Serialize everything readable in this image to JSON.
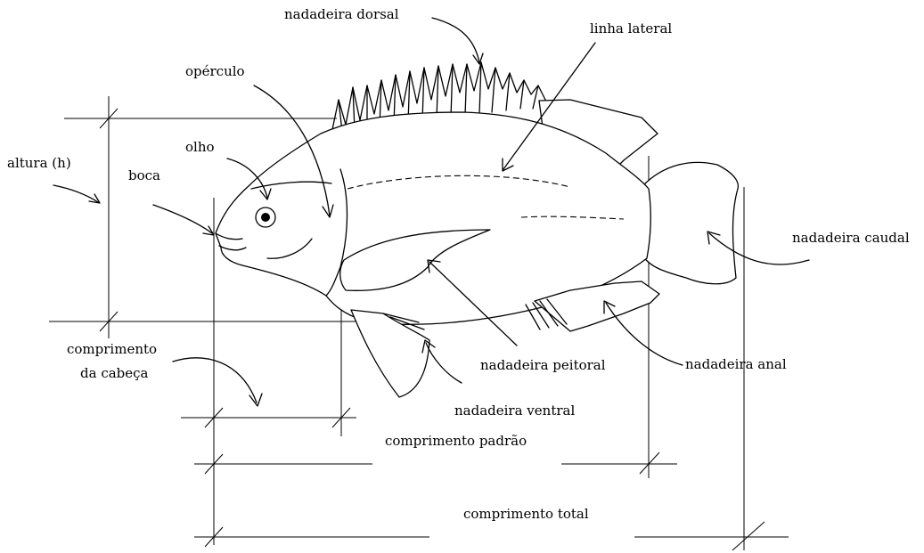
{
  "labels": {
    "dorsal_fin": "nadadeira dorsal",
    "lateral_line": "linha lateral",
    "operculum": "opérculo",
    "eye": "olho",
    "height": "altura (h)",
    "mouth": "boca",
    "caudal_fin": "nadadeira caudal",
    "head_length_1": "comprimento",
    "head_length_2": "da cabeça",
    "pectoral_fin": "nadadeira peitoral",
    "anal_fin": "nadadeira anal",
    "ventral_fin": "nadadeira ventral",
    "standard_length": "comprimento padrão",
    "total_length": "comprimento total"
  }
}
